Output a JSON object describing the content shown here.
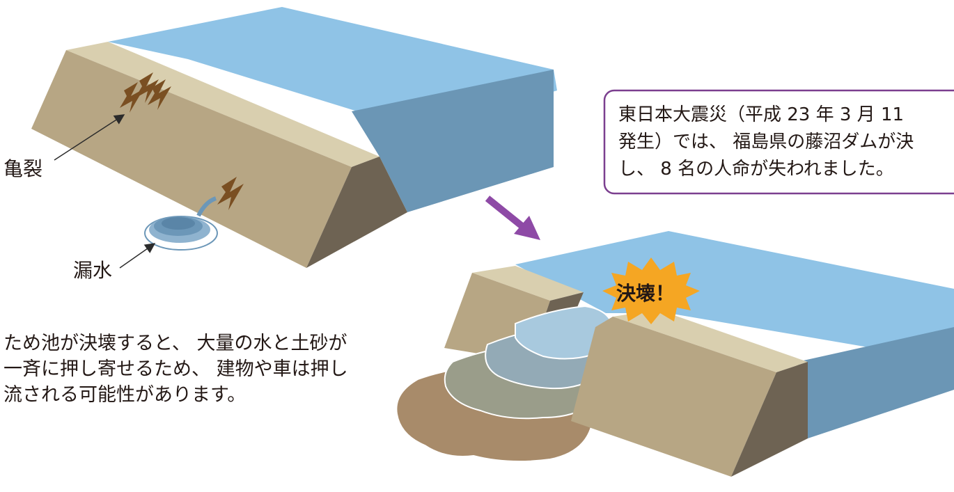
{
  "labels": {
    "crack": "亀裂",
    "leak": "漏水",
    "collapse": "決壊！"
  },
  "description": {
    "line1": "ため池が決壊すると、 大量の水と土砂が",
    "line2": "一斉に押し寄せるため、 建物や車は押し",
    "line3": "流される可能性があります。"
  },
  "callout": {
    "line1": "東日本大震災（平成 23 年 3 月 11",
    "line2": "発生）では、 福島県の藤沼ダムが決",
    "line3": "し、 8 名の人命が失われました。"
  },
  "colors": {
    "water_top": "#8fc3e6",
    "water_side": "#6b96b5",
    "dam_light": "#d9cfaf",
    "dam_mid": "#b7a684",
    "dam_dark": "#6e6353",
    "crack": "#7a4f22",
    "leak_fill": "#6c97b8",
    "mud": "#a88b6a",
    "callout_border": "#7b3f8f",
    "arrow": "#8e4aa6",
    "burst": "#f5a623"
  },
  "icons": {
    "crack_icon": "lightning-bolt",
    "flow_arrow": "diagonal-arrow"
  }
}
